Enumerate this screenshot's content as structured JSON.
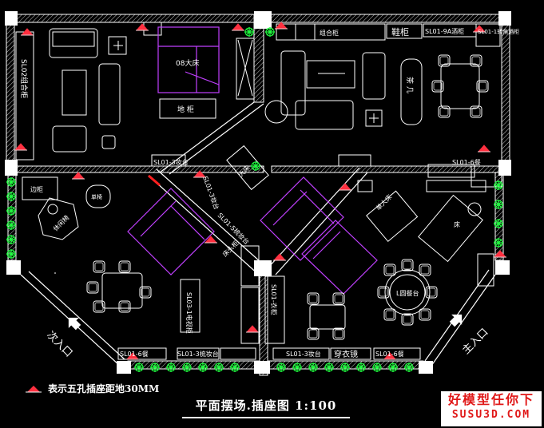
{
  "drawing": {
    "title": "平面摆场.插座图 1:100",
    "legend_text": "表示五孔插座距地30MM",
    "colors": {
      "wall": "#ffffff",
      "furniture": "#ffffff",
      "bed": "#c040ff",
      "outlet": "#ff3040",
      "plant": "#20ff40",
      "accent": "#ff2020"
    }
  },
  "labels": {
    "combo_cabinet_left": "SL02组合柜",
    "big_bed": "08大床",
    "floor_cabinet": "地 柜",
    "shoe_cabinet": "鞋柜",
    "combo_cabinet_top": "组合柜",
    "wine_cabinet": "SL01-9A酒柜",
    "corner_cabinet": "SL01-1转角酒柜",
    "tea_table": "茶 几",
    "dining_table_right": "SL01-6餐",
    "table_sl01_3_top": "SL01-3妆台",
    "table_sl01_3_diag": "SL01-3妆台",
    "big_bed_diag": "大床",
    "dresser_diag": "SL01-5梳妆台",
    "bed_cabinet": "床头柜",
    "dining_round": "L圆餐台",
    "single_bed": "单人床",
    "bed_diag2": "床",
    "cabinet_tall": "SL03-1电视柜",
    "wardrobe_mid": "SL01-衣柜",
    "dining_bottom_left": "SL01-6餐",
    "dresser_bottom": "SL01-3梳妆台",
    "chest_bottom": "SL01-3妆台",
    "wardrobe_bottom": "穿衣镜",
    "dining_bottom_right": "SL01-6餐",
    "entrance_side": "次入口",
    "entrance_main": "主入口",
    "leisure": "休闲椅",
    "armchair": "单椅",
    "sofa_side": "边柜"
  },
  "watermark": {
    "line1": "好模型任你下",
    "line2": "SUSU3D.COM"
  }
}
